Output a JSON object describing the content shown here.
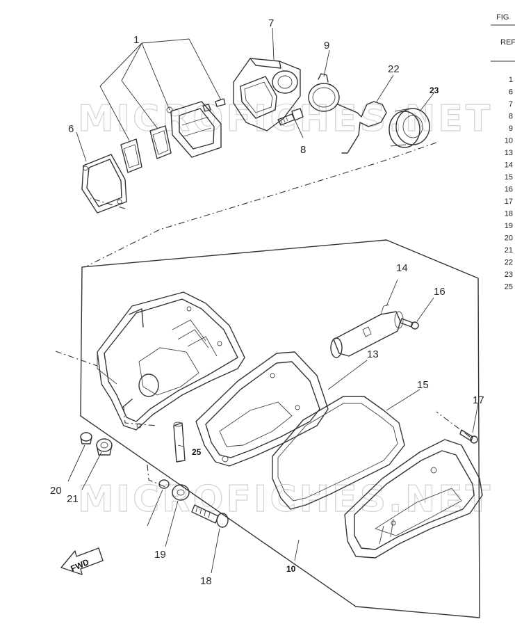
{
  "header": {
    "fig_label": "FIG",
    "ref_label": "REF"
  },
  "ref_list": [
    "1",
    "6",
    "7",
    "8",
    "9",
    "10",
    "13",
    "14",
    "15",
    "16",
    "17",
    "18",
    "19",
    "20",
    "21",
    "22",
    "23",
    "25"
  ],
  "watermark": "MICROFICHES.NET",
  "labels": {
    "p1": "1",
    "p6": "6",
    "p7": "7",
    "p8": "8",
    "p9": "9",
    "p22": "22",
    "p23": "23",
    "p14": "14",
    "p16": "16",
    "p13": "13",
    "p15": "15",
    "p17": "17",
    "p25": "25",
    "p20": "20",
    "p21": "21",
    "p19": "19",
    "p18": "18",
    "p10": "10"
  },
  "arrow_text": "FWD",
  "colors": {
    "ink": "#333333",
    "watermark": "#d2d2d2",
    "paper": "#ffffff"
  }
}
